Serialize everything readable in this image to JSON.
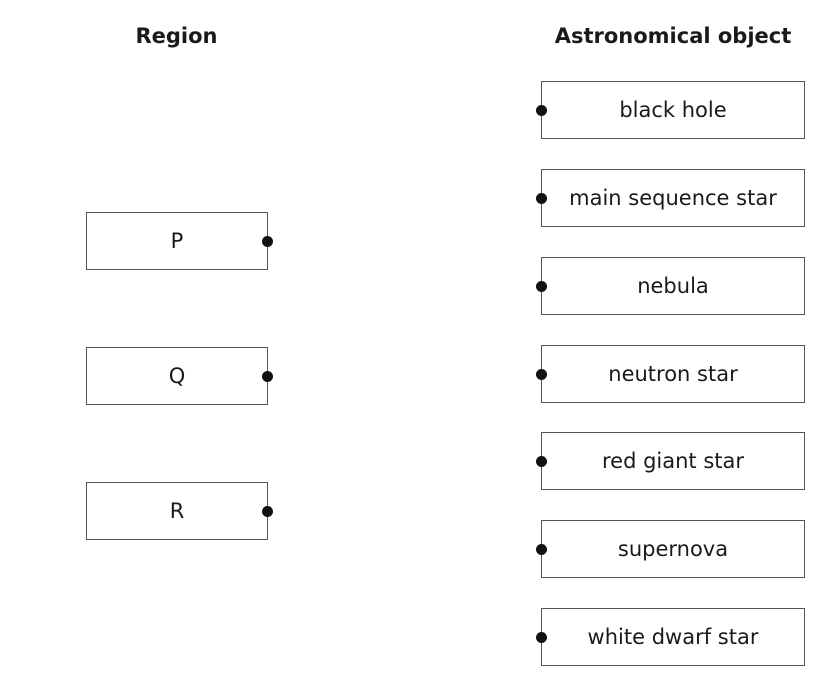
{
  "headings": {
    "left": "Region",
    "right": "Astronomical object"
  },
  "regions": [
    {
      "label": "P"
    },
    {
      "label": "Q"
    },
    {
      "label": "R"
    }
  ],
  "objects": [
    {
      "label": "black hole"
    },
    {
      "label": "main sequence star"
    },
    {
      "label": "nebula"
    },
    {
      "label": "neutron star"
    },
    {
      "label": "red giant star"
    },
    {
      "label": "supernova"
    },
    {
      "label": "white dwarf star"
    }
  ]
}
